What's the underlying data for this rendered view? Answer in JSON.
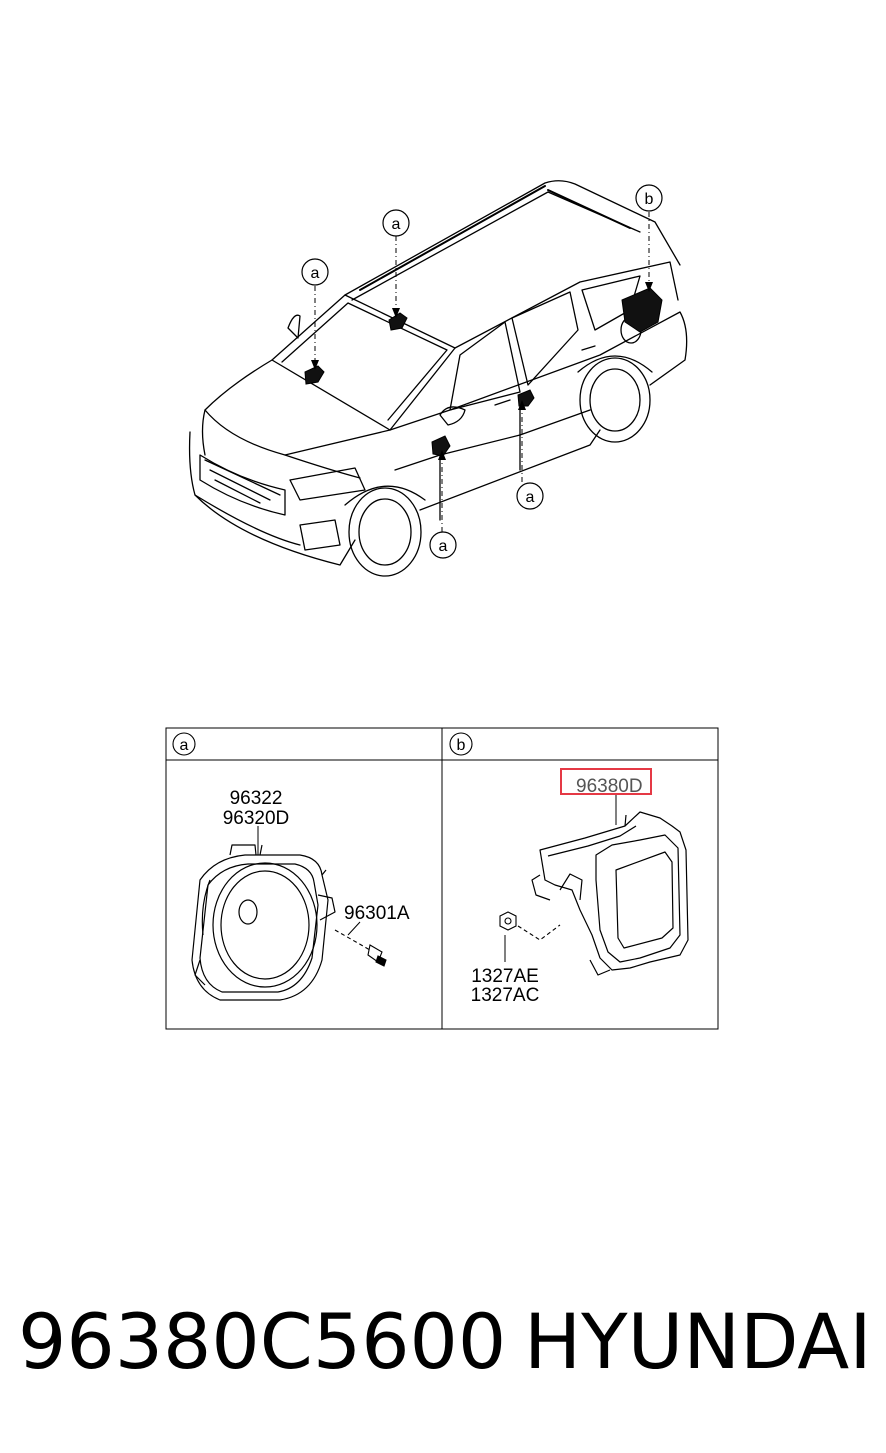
{
  "diagram": {
    "callouts": [
      "a",
      "a",
      "b",
      "a",
      "a"
    ],
    "table": {
      "headers": [
        "a",
        "b"
      ],
      "panel_a": {
        "labels": [
          "96322",
          "96320D",
          "96301A"
        ]
      },
      "panel_b": {
        "labels": [
          "96380D",
          "1327AE",
          "1327AC"
        ],
        "highlight_color": "#e53945"
      }
    }
  },
  "footer": {
    "part_number": "96380C5600",
    "brand": "HYUNDAI"
  }
}
